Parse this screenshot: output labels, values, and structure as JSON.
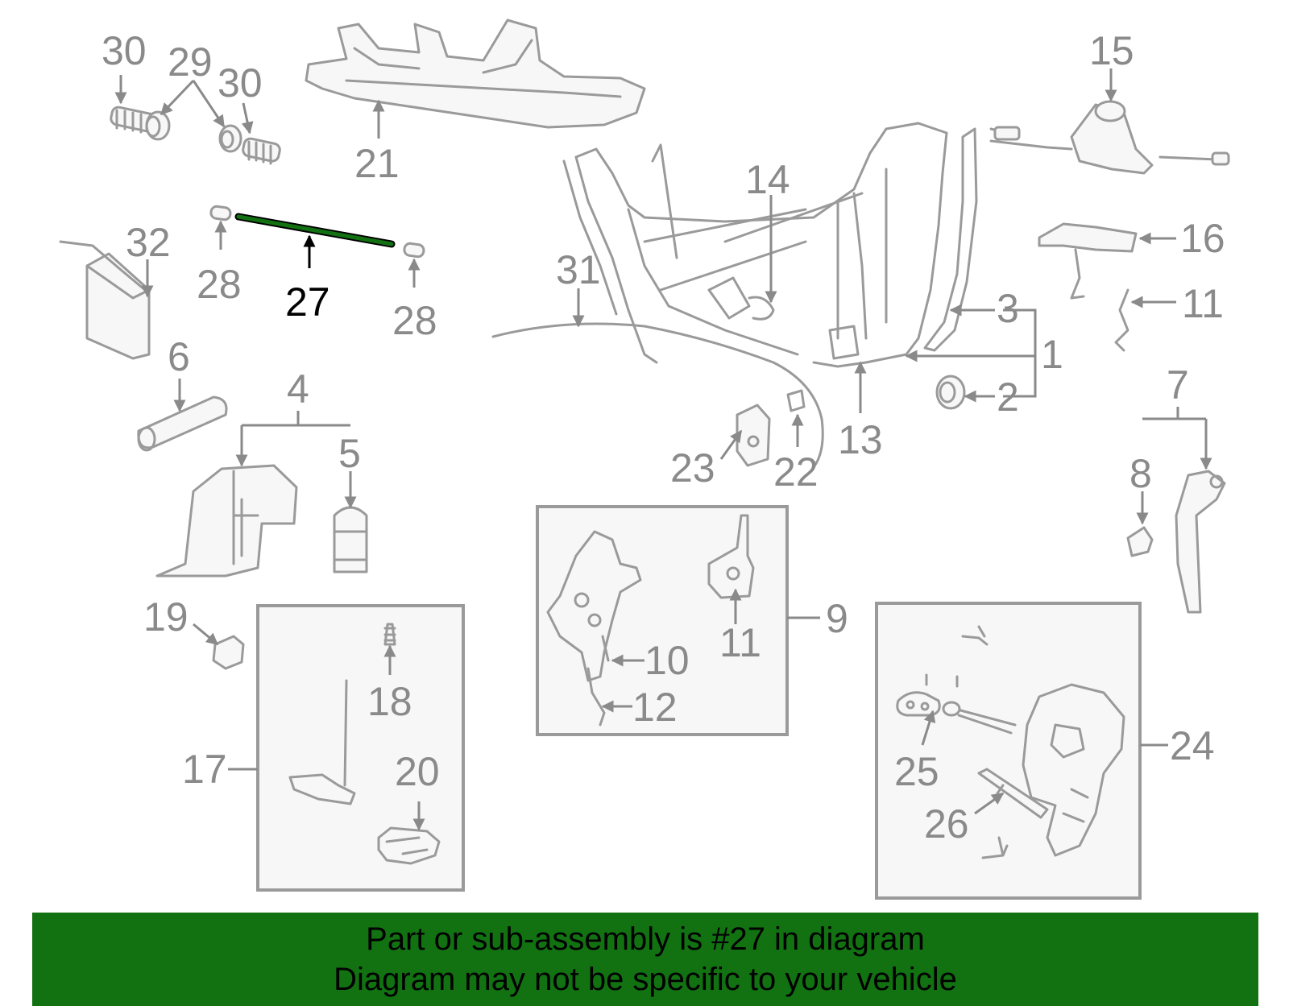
{
  "callouts": {
    "c1": "1",
    "c2": "2",
    "c3": "3",
    "c4": "4",
    "c5": "5",
    "c6": "6",
    "c7": "7",
    "c8": "8",
    "c9": "9",
    "c10": "10",
    "c11a": "11",
    "c11b": "11",
    "c12": "12",
    "c13": "13",
    "c14": "14",
    "c15": "15",
    "c16": "16",
    "c17": "17",
    "c18": "18",
    "c19": "19",
    "c20": "20",
    "c21": "21",
    "c22": "22",
    "c23": "23",
    "c24": "24",
    "c25": "25",
    "c26": "26",
    "c27": "27",
    "c28a": "28",
    "c28b": "28",
    "c29": "29",
    "c30a": "30",
    "c30b": "30",
    "c31": "31",
    "c32": "32"
  },
  "highlight": {
    "part_number": "27",
    "color": "#127212"
  },
  "banner": {
    "line1": "Part or sub-assembly is #27 in diagram",
    "line2": "Diagram may not be specific to your vehicle",
    "background": "#127212"
  }
}
